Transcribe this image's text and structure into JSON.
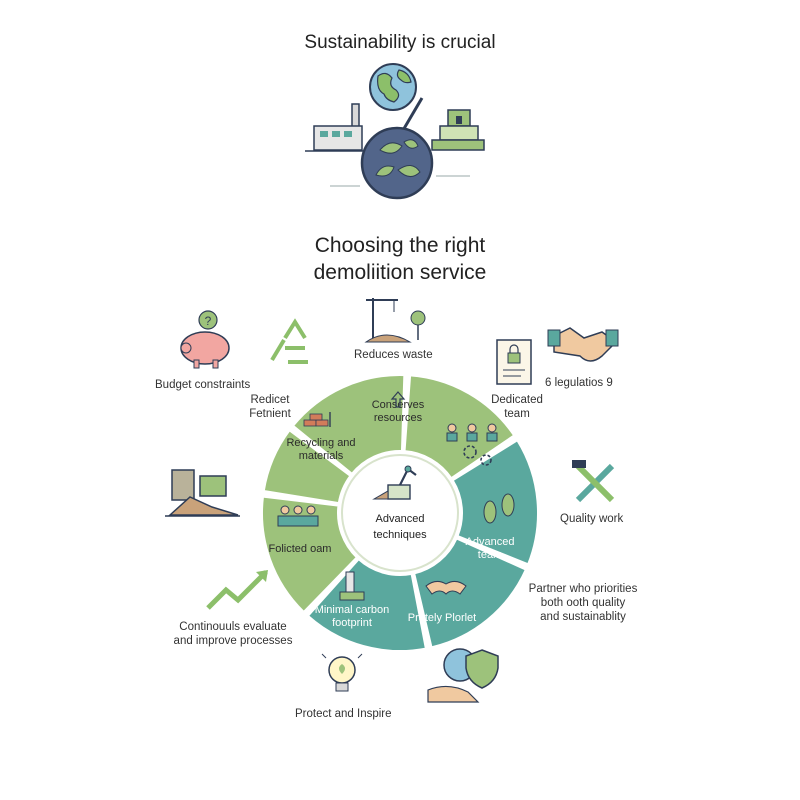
{
  "titles": {
    "top": "Sustainability is crucial",
    "heading_line1": "Choosing the right",
    "heading_line2": "demoliition service"
  },
  "wheel": {
    "center": [
      "Advanced",
      "techniques"
    ],
    "segments": {
      "conserves": [
        "Conserves",
        "resources"
      ],
      "dedicated_team": [
        "Dedicated",
        "team"
      ],
      "advanced_team": [
        "Advanced",
        "team"
      ],
      "prately": [
        "Prately Plorlet"
      ],
      "minimal_carbon": [
        "Minimal carbon",
        "footprint"
      ],
      "folicted": [
        "Folicted oam"
      ],
      "recycling": [
        "Recycling and",
        "materials"
      ]
    }
  },
  "labels": {
    "reduces_waste": "Reduces waste",
    "regulations": "6 legulatios 9",
    "budget": "Budget constraints",
    "redicet_1": "Redicet",
    "redicet_2": "Fetnient",
    "quality_work": "Quality work",
    "partner_1": "Partner who priorities",
    "partner_2": "both ooth quality",
    "partner_3": "and sustainablity",
    "continuous_1": "Continouuls evaluate",
    "continuous_2": "and improve processes",
    "protect": "Protect and Inspire"
  },
  "colors": {
    "light_green": "#9dc27b",
    "teal": "#5aa89e",
    "dark_navy": "#2f3d56",
    "center_fill": "#ffffff"
  }
}
